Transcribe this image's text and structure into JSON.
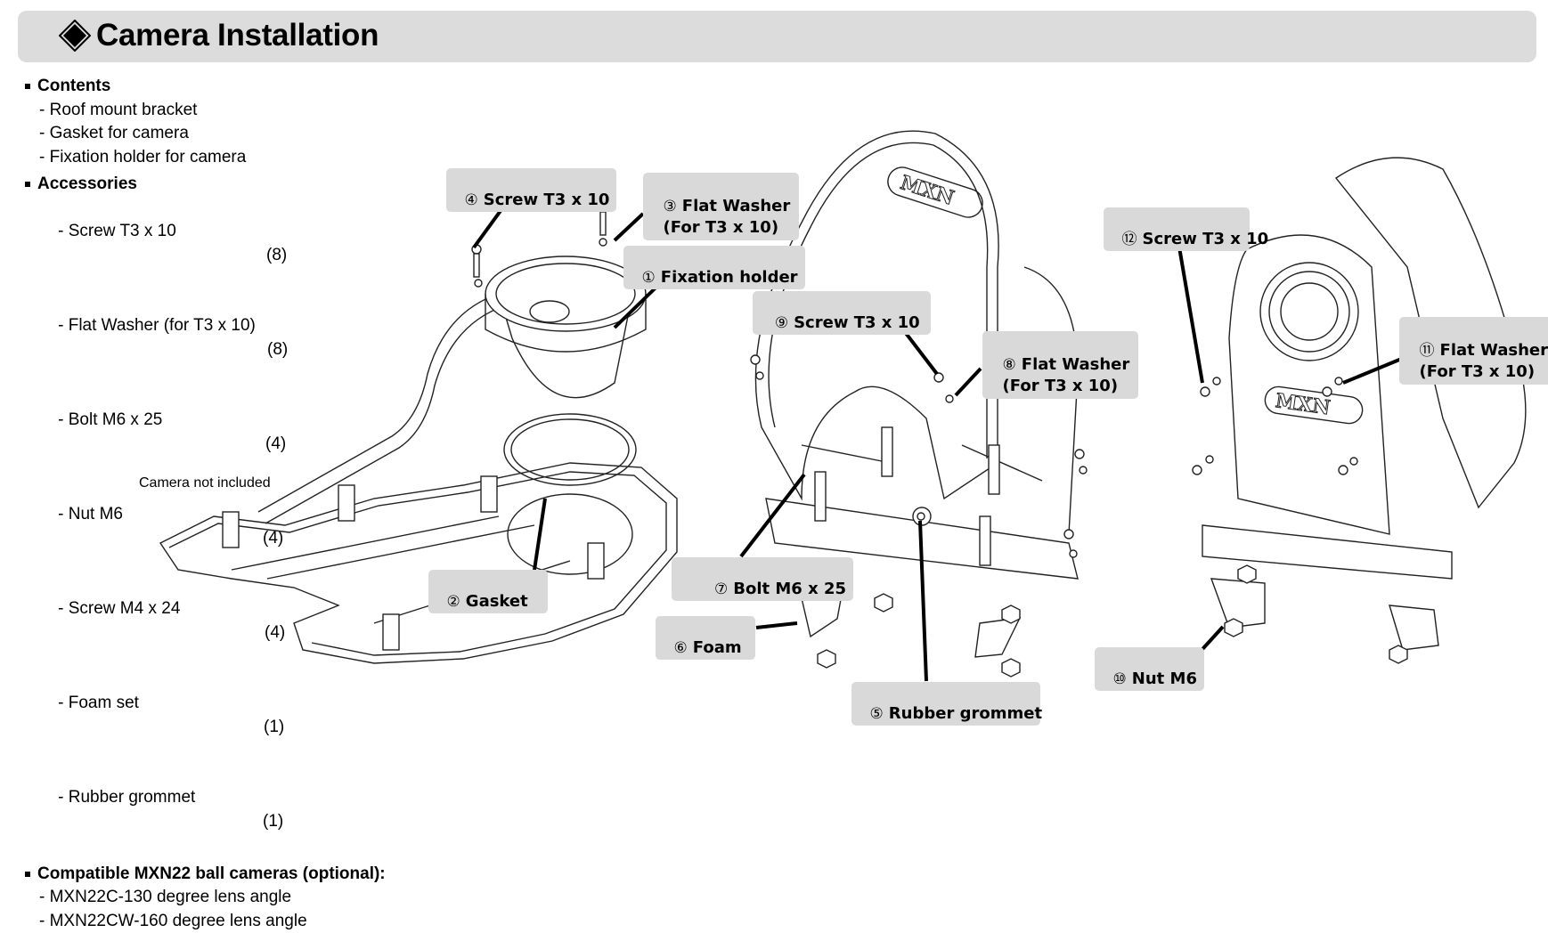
{
  "header": {
    "icon": "diamond-icon",
    "title": "Camera Installation"
  },
  "contents": {
    "heading": "Contents",
    "items": [
      "- Roof mount bracket",
      "- Gasket for camera",
      "- Fixation holder for camera"
    ]
  },
  "accessories": {
    "heading": "Accessories",
    "items": [
      {
        "name": "- Screw T3 x 10",
        "qty": "(8)"
      },
      {
        "name": "- Flat Washer (for T3 x 10)",
        "qty": "(8)"
      },
      {
        "name": "- Bolt M6 x 25",
        "qty": "(4)"
      },
      {
        "name": "- Nut M6",
        "qty": "(4)"
      },
      {
        "name": "- Screw M4 x 24",
        "qty": "(4)"
      },
      {
        "name": "- Foam set",
        "qty": "(1)"
      },
      {
        "name": "- Rubber grommet",
        "qty": "(1)"
      }
    ]
  },
  "compatible": {
    "heading": "Compatible MXN22 ball cameras (optional):",
    "items": [
      "- MXN22C-130 degree lens angle",
      "- MXN22CW-160 degree lens angle"
    ]
  },
  "note": "Camera not included",
  "brand_logo": "MXN",
  "callouts": [
    {
      "num": "①",
      "label": "Fixation holder"
    },
    {
      "num": "②",
      "label": "Gasket"
    },
    {
      "num": "③",
      "label": "Flat Washer\n  (For T3 x 10)"
    },
    {
      "num": "④",
      "label": "Screw T3 x 10"
    },
    {
      "num": "⑤",
      "label": "Rubber grommet"
    },
    {
      "num": "⑥",
      "label": "Foam"
    },
    {
      "num": "⑦",
      "label": "Bolt M6 x 25"
    },
    {
      "num": "⑧",
      "label": "Flat Washer\n  (For T3 x 10)"
    },
    {
      "num": "⑨",
      "label": "Screw T3 x 10"
    },
    {
      "num": "⑩",
      "label": "Nut M6"
    },
    {
      "num": "⑪",
      "label": "Flat Washer\n  (For T3 x 10)"
    },
    {
      "num": "⑫",
      "label": "Screw T3 x 10"
    }
  ],
  "colors": {
    "title_bar": "#dcdcdc",
    "callout_bg": "#d9d9d9",
    "text": "#000000"
  }
}
